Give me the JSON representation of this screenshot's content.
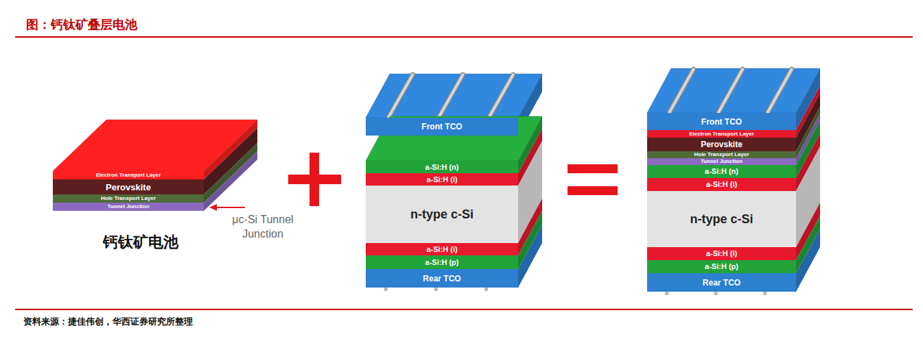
{
  "diagram": {
    "title": "图：钙钛矿叠层电池",
    "caption": "资料来源：捷佳伟创，华西证券研究所整理",
    "nodes": [
      {
        "text": [
          "Electron Transport Layer"
        ]
      },
      {
        "text": [
          "Perovskite"
        ]
      },
      {
        "text": [
          "Hole Transport Layer"
        ]
      },
      {
        "text": [
          "Tunnel Junction"
        ]
      },
      {
        "text": [
          "Front TCO"
        ]
      },
      {
        "text": [
          "a-Si:H (n)"
        ]
      },
      {
        "text": [
          "a-Si:H (i)"
        ]
      },
      {
        "text": [
          "n-type c-Si"
        ]
      },
      {
        "text": [
          "a-Si:H (i)"
        ]
      },
      {
        "text": [
          "a-Si:H (p)"
        ]
      },
      {
        "text": [
          "Rear TCO"
        ]
      },
      {
        "text": [
          "Front TCO"
        ]
      },
      {
        "text": [
          "Electron Transport Layer"
        ]
      },
      {
        "text": [
          "Perovskite"
        ]
      },
      {
        "text": [
          "Hole Transport Layer"
        ]
      },
      {
        "text": [
          "Tunnel Junction"
        ]
      },
      {
        "text": [
          "a-Si:H (n)"
        ]
      },
      {
        "text": [
          "a-Si:H (i)"
        ]
      },
      {
        "text": [
          "n-type c-Si"
        ]
      },
      {
        "text": [
          "a-Si:H (i)"
        ]
      },
      {
        "text": [
          "a-Si:H (p)"
        ]
      },
      {
        "text": [
          "Rear TCO"
        ]
      }
    ],
    "labels": [
      "μc-Si Tunnel Junction",
      "钙钛矿电池"
    ]
  }
}
